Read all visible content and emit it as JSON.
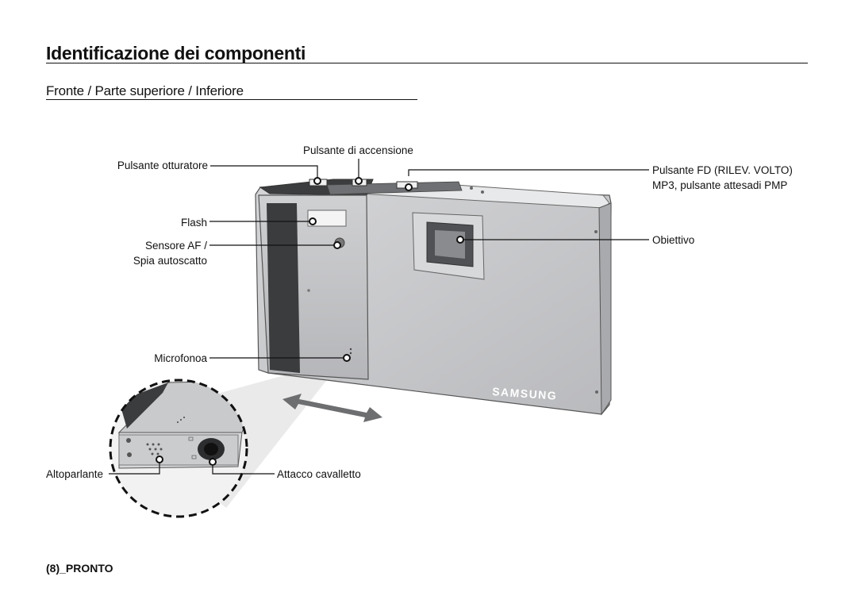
{
  "page": {
    "title": "Identificazione dei componenti",
    "subtitle": "Fronte / Parte superiore / Inferiore",
    "footer": "(8)_PRONTO"
  },
  "labels": {
    "shutter": "Pulsante otturatore",
    "power": "Pulsante di accensione",
    "fd_line1": "Pulsante FD (RILEV. VOLTO)",
    "fd_line2": "MP3, pulsante attesadi PMP",
    "flash": "Flash",
    "af_line1": "Sensore AF /",
    "af_line2": "Spia autoscatto",
    "lens": "Obiettivo",
    "mic": "Microfonoa",
    "speaker": "Altoparlante",
    "tripod": "Attacco cavalletto"
  },
  "camera": {
    "brand": "SAMSUNG"
  },
  "colors": {
    "text": "#111111",
    "camera_body": "#c4c5c7",
    "camera_dark": "#4a4b4d"
  }
}
